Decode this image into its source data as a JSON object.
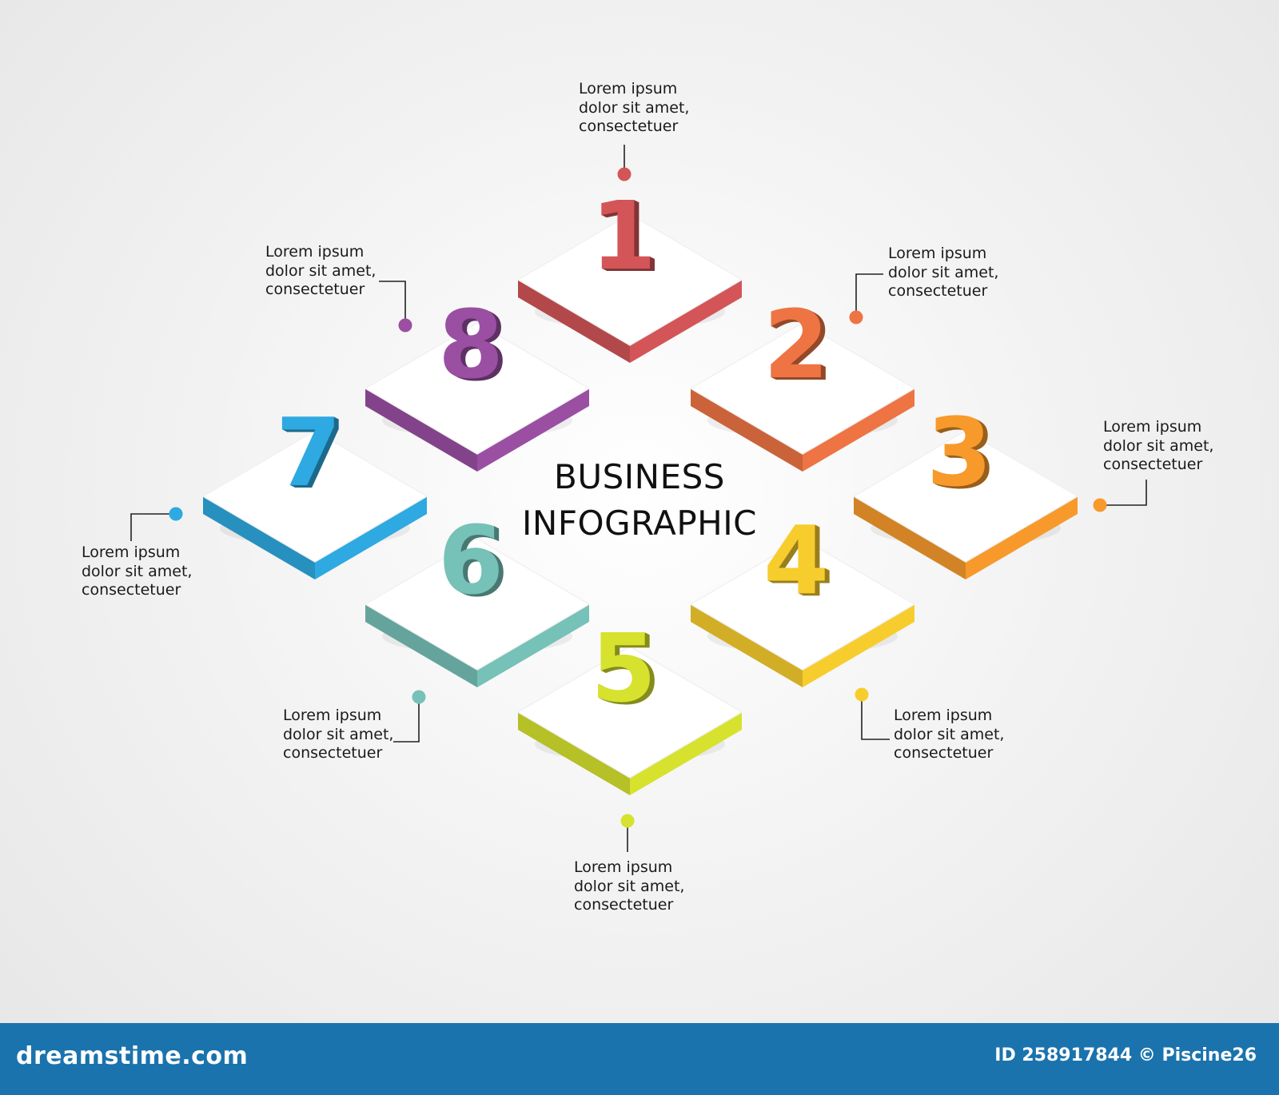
{
  "title": {
    "line1": "BUSINESS",
    "line2": "INFOGRAPHIC"
  },
  "steps": [
    {
      "number": "1",
      "color": "#d35558",
      "label": [
        "Lorem ipsum",
        "dolor sit amet,",
        "consectetuer"
      ]
    },
    {
      "number": "2",
      "color": "#ee7444",
      "label": [
        "Lorem ipsum",
        "dolor sit amet,",
        "consectetuer"
      ]
    },
    {
      "number": "3",
      "color": "#f79a2b",
      "label": [
        "Lorem ipsum",
        "dolor sit amet,",
        "consectetuer"
      ]
    },
    {
      "number": "4",
      "color": "#f7cd2e",
      "label": [
        "Lorem ipsum",
        "dolor sit amet,",
        "consectetuer"
      ]
    },
    {
      "number": "5",
      "color": "#d6e22e",
      "label": [
        "Lorem ipsum",
        "dolor sit amet,",
        "consectetuer"
      ]
    },
    {
      "number": "6",
      "color": "#76c1b8",
      "label": [
        "Lorem ipsum",
        "dolor sit amet,",
        "consectetuer"
      ]
    },
    {
      "number": "7",
      "color": "#2ea9e1",
      "label": [
        "Lorem ipsum",
        "dolor sit amet,",
        "consectetuer"
      ]
    },
    {
      "number": "8",
      "color": "#9a4fa2",
      "label": [
        "Lorem ipsum",
        "dolor sit amet,",
        "consectetuer"
      ]
    }
  ],
  "footer": {
    "brand": "dreamstime.com",
    "credit": "ID 258917844 © Piscine26",
    "color": "#1a73ad"
  }
}
